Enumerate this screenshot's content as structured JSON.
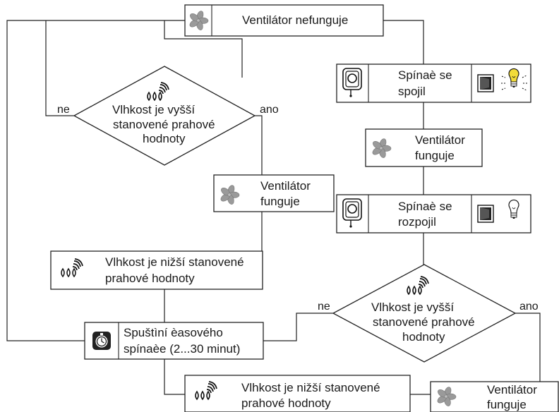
{
  "nodes": {
    "fan_not_working": {
      "text": "Ventilátor nefunguje"
    },
    "humidity_check_1": {
      "lines": [
        "Vlhkost je vyšší",
        "stanovené prahové",
        "hodnoty"
      ],
      "no_label": "ne",
      "yes_label": "ano"
    },
    "switch_closed": {
      "lines": [
        "Spínaè se",
        "spojil"
      ]
    },
    "fan_working_1": {
      "lines": [
        "Ventilátor",
        "funguje"
      ]
    },
    "fan_working_2": {
      "lines": [
        "Ventilátor",
        "funguje"
      ]
    },
    "switch_open": {
      "lines": [
        "Spínaè se",
        "rozpojil"
      ]
    },
    "humidity_lower_1": {
      "lines": [
        "Vlhkost je nižší stanovené",
        "prahové hodnoty"
      ]
    },
    "humidity_check_2": {
      "lines": [
        "Vlhkost je vyšší",
        "stanovené prahové",
        "hodnoty"
      ],
      "no_label": "ne",
      "yes_label": "ano"
    },
    "timer_start": {
      "lines": [
        "Spuštìní èasového",
        "spínaèe (2...30 minut)"
      ]
    },
    "humidity_lower_2": {
      "lines": [
        "Vlhkost je nižší stanovené",
        "prahové hodnoty"
      ]
    },
    "fan_working_3": {
      "lines": [
        "Ventilátor",
        "funguje"
      ]
    }
  },
  "icons": {
    "fan": "fan-icon",
    "humidity": "humidity-drops-icon",
    "hygrostat": "hygrostat-sensor-icon",
    "switch": "wall-switch-icon",
    "bulb_on": "light-bulb-on-icon",
    "bulb_off": "light-bulb-off-icon",
    "timer": "timer-icon"
  },
  "colors": {
    "line": "#222222",
    "fan": "#9a9a9a",
    "bulb_on": "#f2dc3a"
  }
}
